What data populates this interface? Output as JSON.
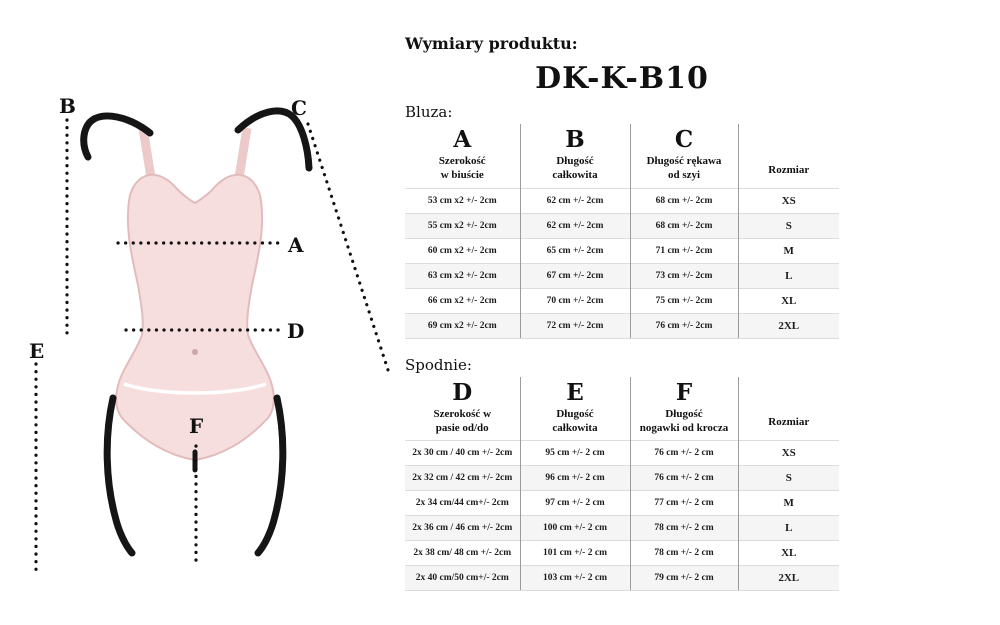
{
  "header": {
    "title": "Wymiary produktu:",
    "product_code": "DK-K-B10"
  },
  "diagram": {
    "labels": {
      "a": "A",
      "b": "B",
      "c": "C",
      "d": "D",
      "e": "E",
      "f": "F"
    },
    "garment_color": "#f7dede",
    "outline_color": "#151515"
  },
  "bluza": {
    "section_label": "Bluza:",
    "columns": [
      {
        "letter": "A",
        "desc": "Szerokość\nw biuście"
      },
      {
        "letter": "B",
        "desc": "Długość\ncałkowita"
      },
      {
        "letter": "C",
        "desc": "Długość rękawa\nod szyi"
      },
      {
        "desc": "Rozmiar"
      }
    ],
    "rows": [
      [
        "53 cm x2 +/- 2cm",
        "62 cm +/- 2cm",
        "68 cm +/- 2cm",
        "XS"
      ],
      [
        "55 cm x2 +/- 2cm",
        "62 cm +/- 2cm",
        "68 cm +/- 2cm",
        "S"
      ],
      [
        "60 cm x2 +/- 2cm",
        "65 cm +/- 2cm",
        "71 cm +/- 2cm",
        "M"
      ],
      [
        "63 cm x2 +/- 2cm",
        "67 cm +/- 2cm",
        "73 cm +/- 2cm",
        "L"
      ],
      [
        "66 cm x2 +/- 2cm",
        "70 cm +/- 2cm",
        "75 cm +/- 2cm",
        "XL"
      ],
      [
        "69 cm x2 +/- 2cm",
        "72 cm +/- 2cm",
        "76 cm +/- 2cm",
        "2XL"
      ]
    ]
  },
  "spodnie": {
    "section_label": "Spodnie:",
    "columns": [
      {
        "letter": "D",
        "desc": "Szerokość w\npasie od/do"
      },
      {
        "letter": "E",
        "desc": "Długość\ncałkowita"
      },
      {
        "letter": "F",
        "desc": "Długość\nnogawki od krocza"
      },
      {
        "desc": "Rozmiar"
      }
    ],
    "rows": [
      [
        "2x 30 cm / 40 cm +/- 2cm",
        "95 cm +/- 2 cm",
        "76 cm +/- 2 cm",
        "XS"
      ],
      [
        "2x 32 cm / 42 cm +/- 2cm",
        "96 cm +/- 2 cm",
        "76 cm +/- 2 cm",
        "S"
      ],
      [
        "2x 34 cm/44 cm+/- 2cm",
        "97 cm +/- 2 cm",
        "77 cm +/- 2 cm",
        "M"
      ],
      [
        "2x 36 cm / 46 cm +/- 2cm",
        "100 cm +/- 2 cm",
        "78 cm +/- 2 cm",
        "L"
      ],
      [
        "2x 38 cm/ 48 cm +/- 2cm",
        "101 cm +/- 2 cm",
        "78 cm +/- 2 cm",
        "XL"
      ],
      [
        "2x 40 cm/50 cm+/- 2cm",
        "103 cm +/- 2 cm",
        "79 cm +/- 2 cm",
        "2XL"
      ]
    ]
  }
}
